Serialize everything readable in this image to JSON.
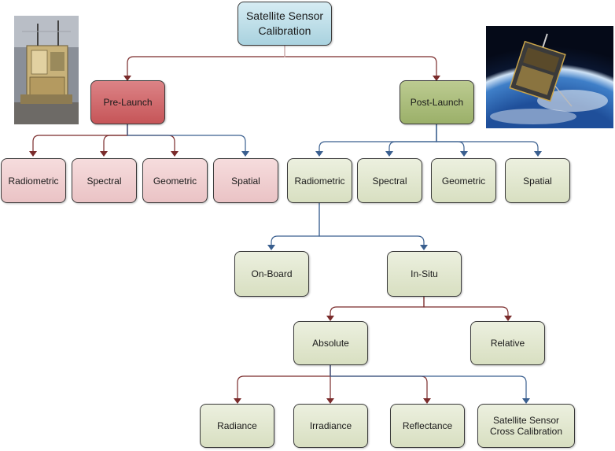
{
  "root": "Satellite Sensor\nCalibration",
  "pre_launch": {
    "label": "Pre-Launch",
    "children": [
      "Radiometric",
      "Spectral",
      "Geometric",
      "Spatial"
    ]
  },
  "post_launch": {
    "label": "Post-Launch",
    "children": [
      "Radiometric",
      "Spectral",
      "Geometric",
      "Spatial"
    ]
  },
  "radiometric_children": [
    "On-Board",
    "In-Situ"
  ],
  "in_situ_children": [
    "Absolute",
    "Relative"
  ],
  "absolute_children": [
    "Radiance",
    "Irradiance",
    "Reflectance",
    "Satellite Sensor\nCross Calibration"
  ],
  "colors": {
    "root": "#a9d2df",
    "pre_launch": "#c65558",
    "post_launch": "#9bb069",
    "pre_children": "#eac3c5",
    "post_children": "#d8dfc1",
    "arrow_red": "#7a2b2b",
    "arrow_blue": "#3a5f8f"
  },
  "images": [
    "satellite-instrument-photo",
    "satellite-in-orbit-photo"
  ]
}
